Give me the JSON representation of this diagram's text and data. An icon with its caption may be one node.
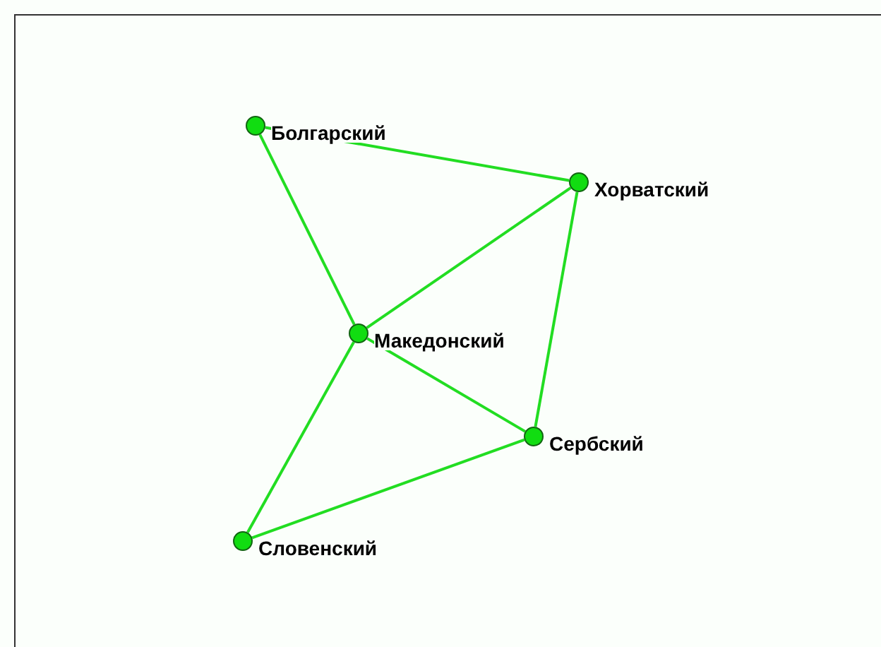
{
  "diagram": {
    "nodes": [
      {
        "text": [],
        "shape": "circle",
        "beside": [
          "Болгарский"
        ]
      },
      {
        "text": [],
        "shape": "circle",
        "beside": [
          "Хорватский"
        ]
      },
      {
        "text": [],
        "shape": "circle",
        "beside": [
          "Македонский"
        ]
      },
      {
        "text": [],
        "shape": "circle",
        "beside": [
          "Сербский"
        ]
      },
      {
        "text": [],
        "shape": "circle",
        "beside": [
          "Словенский"
        ]
      }
    ],
    "edges": [
      {
        "from": 0,
        "to": 1,
        "arrow": "none"
      },
      {
        "from": 0,
        "to": 2,
        "arrow": "none"
      },
      {
        "from": 1,
        "to": 2,
        "arrow": "none"
      },
      {
        "from": 1,
        "to": 3,
        "arrow": "none"
      },
      {
        "from": 2,
        "to": 3,
        "arrow": "none"
      },
      {
        "from": 2,
        "to": 4,
        "arrow": "none"
      },
      {
        "from": 4,
        "to": 3,
        "arrow": "none"
      }
    ]
  }
}
